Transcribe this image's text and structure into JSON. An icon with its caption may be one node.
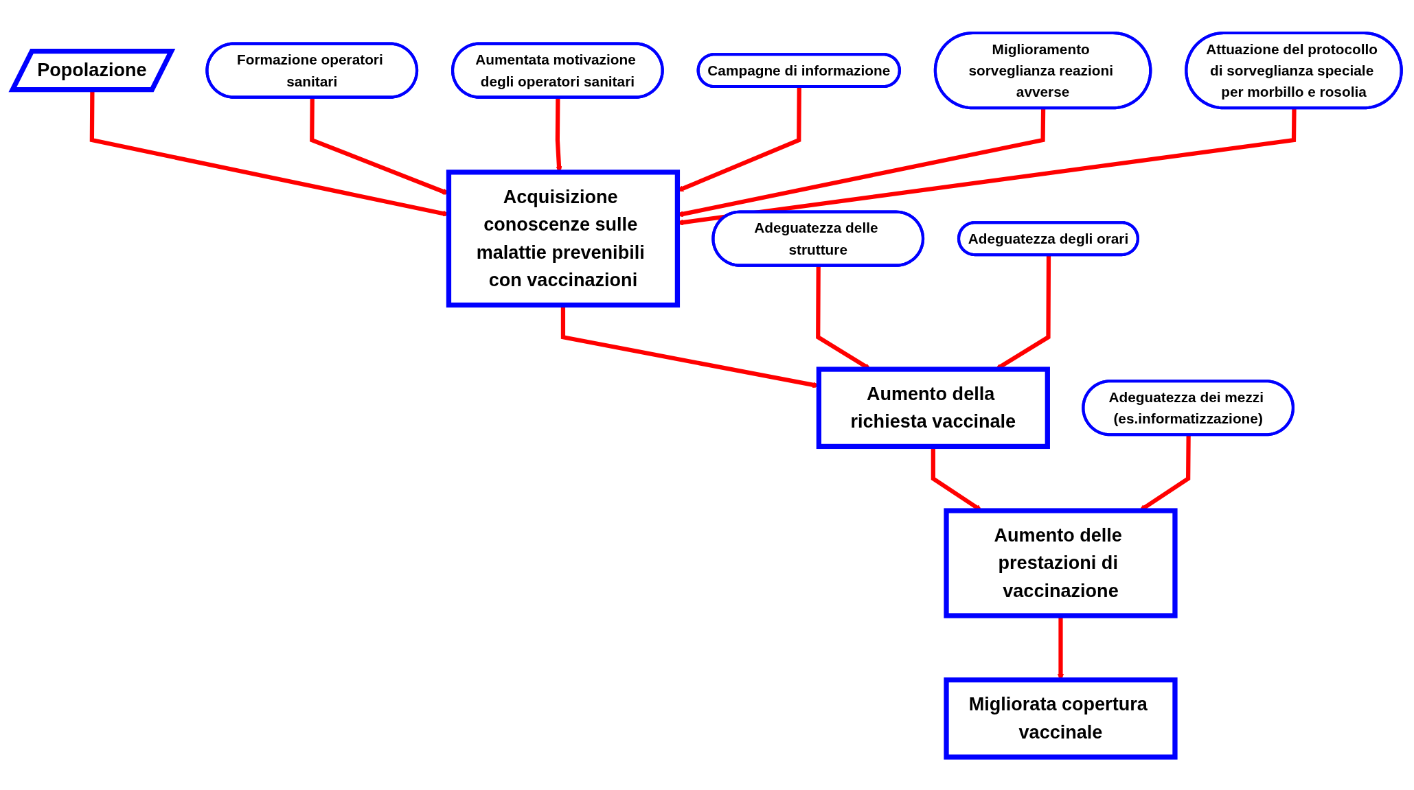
{
  "diagram": {
    "nodes": [
      {
        "text": [
          "Formazione operatori sanitari"
        ]
      },
      {
        "text": [
          "Aumentata motivazione degli operatori sanitari"
        ]
      },
      {
        "text": [
          "Adeguatezza delle strutture"
        ]
      },
      {
        "text": [
          "Popolazione"
        ]
      },
      {
        "text": [
          "Acquisizione conoscenze sulle malattie prevenibili con vaccinazioni"
        ]
      },
      {
        "text": [
          "Aumento della richiesta vaccinale"
        ]
      },
      {
        "text": [
          "Aumento delle prestazioni di vaccinazione"
        ]
      },
      {
        "text": [
          "Migliorata copertura vaccinale"
        ]
      },
      {
        "text": [
          "Campagne di informazione"
        ]
      },
      {
        "text": [
          "Miglioramento sorveglianza reazioni avverse"
        ]
      },
      {
        "text": [
          "Attuazione del protocollo di sorveglianza speciale per morbillo e rosolia"
        ]
      },
      {
        "text": [
          "Adeguatezza degli orari"
        ]
      },
      {
        "text": [
          "Adeguatezza dei mezzi (es.informatizzazione)"
        ]
      }
    ],
    "edges": [
      {
        "from": 3,
        "to": 4,
        "arrow": "to"
      },
      {
        "from": 4,
        "to": 5,
        "arrow": "to"
      },
      {
        "from": 5,
        "to": 6,
        "arrow": "to"
      },
      {
        "from": 6,
        "to": 7,
        "arrow": "to"
      },
      {
        "from": 0,
        "to": 4,
        "arrow": "to"
      },
      {
        "from": 1,
        "to": 4,
        "arrow": "to"
      },
      {
        "from": 2,
        "to": 5,
        "arrow": "to"
      },
      {
        "from": 8,
        "to": 4,
        "arrow": "to"
      },
      {
        "from": 9,
        "to": 4,
        "arrow": "to"
      },
      {
        "from": 10,
        "to": 4,
        "arrow": "to"
      },
      {
        "from": 11,
        "to": 5,
        "arrow": "to"
      },
      {
        "from": 12,
        "to": 6,
        "arrow": "to"
      }
    ]
  }
}
